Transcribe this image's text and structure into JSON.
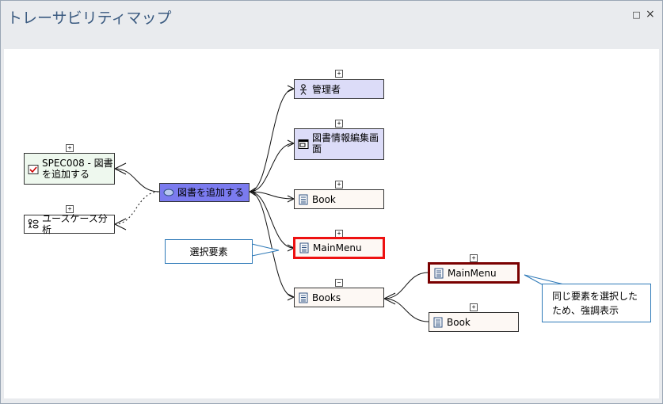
{
  "window": {
    "title": "トレーサビリティマップ",
    "restore_glyph": "□",
    "close_glyph": "×"
  },
  "nodes": {
    "actor": {
      "label": "管理者",
      "expander": "+"
    },
    "screen": {
      "label": "図書情報編集画面",
      "expander": "+"
    },
    "book1": {
      "label": "Book",
      "expander": "+"
    },
    "mainmenu1": {
      "label": "MainMenu",
      "expander": "+"
    },
    "books": {
      "label": "Books",
      "expander": "−"
    },
    "mainmenu2": {
      "label": "MainMenu",
      "expander": "+"
    },
    "book2": {
      "label": "Book",
      "expander": "+"
    },
    "center": {
      "label": "図書を追加する"
    },
    "spec": {
      "label": "SPEC008 - 図書を追加する",
      "expander": "+"
    },
    "analysis": {
      "label": "ユースケース分析",
      "expander": "+"
    }
  },
  "callouts": {
    "selected": "選択要素",
    "same": "同じ要素を選択したため、強調表示"
  },
  "colors": {
    "title_text": "#3a5a80",
    "center_fill": "#7b7bef",
    "lavender_fill": "#dcdcf8",
    "class_fill": "#fdf8f4",
    "spec_fill": "#eef8ee",
    "highlight_red": "#ee1111",
    "highlight_dark": "#7a0000",
    "callout_border": "#2f7ab8"
  }
}
